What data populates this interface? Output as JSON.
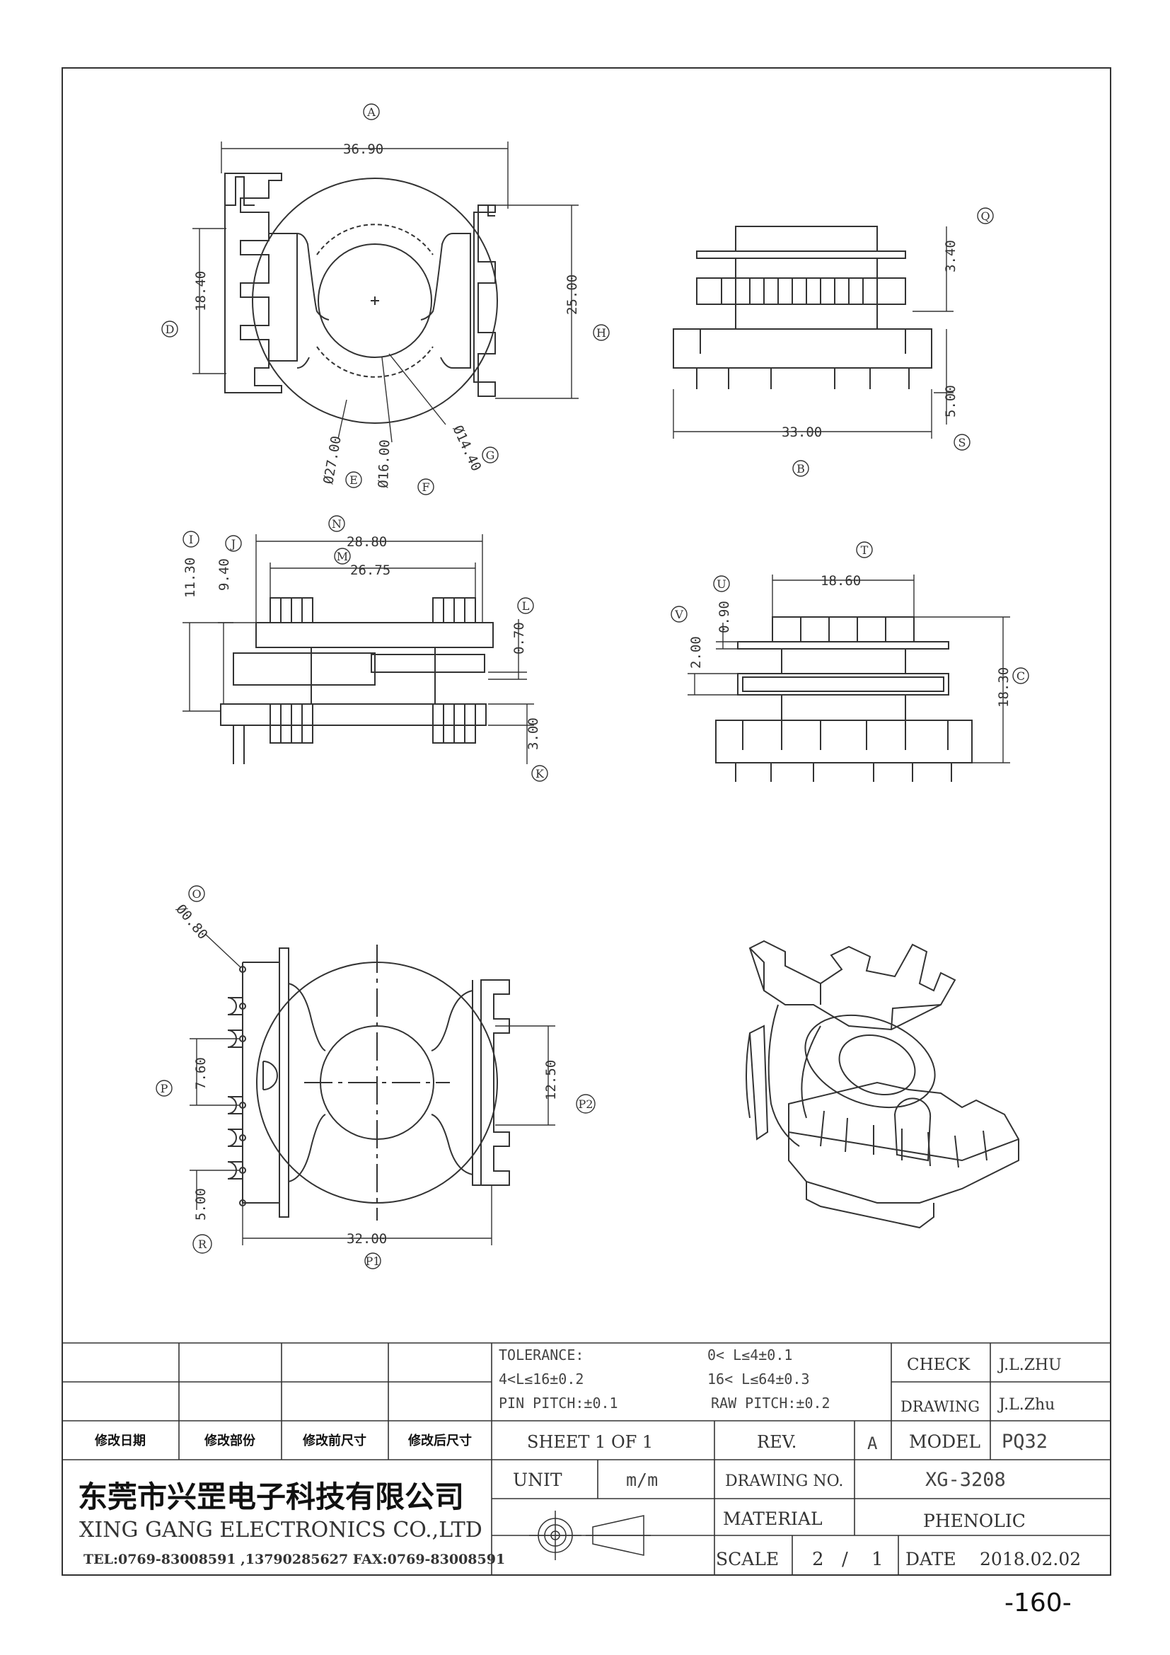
{
  "page_number": "-160-",
  "views": {
    "top": {
      "dims": {
        "A": "36.90",
        "D": "18.40",
        "H": "25.00",
        "E": "Ø27.00",
        "F": "Ø16.00",
        "G": "Ø14.40"
      },
      "labels": [
        "A",
        "D",
        "H",
        "E",
        "F",
        "G"
      ]
    },
    "front": {
      "dims": {
        "B": "33.00",
        "Q": "3.40",
        "S": "5.00"
      },
      "labels": [
        "B",
        "Q",
        "S"
      ]
    },
    "side": {
      "dims": {
        "N": "28.80",
        "M": "26.75",
        "I": "11.30",
        "J": "9.40",
        "L": "0.70",
        "K": "3.00"
      },
      "labels": [
        "I",
        "J",
        "N",
        "M",
        "L",
        "K"
      ]
    },
    "right": {
      "dims": {
        "T": "18.60",
        "U": "0.90",
        "V": "2.00",
        "C": "18.30"
      },
      "labels": [
        "T",
        "U",
        "V",
        "C"
      ]
    },
    "bottom": {
      "dims": {
        "O": "Ø0.80",
        "P": "7.60",
        "P2": "12.50",
        "P1": "5.00",
        "R": "32.00"
      },
      "labels": [
        "O",
        "P",
        "P2",
        "P1",
        "R"
      ]
    }
  },
  "title_block": {
    "revision_headers": [
      "修改日期",
      "修改部份",
      "修改前尺寸",
      "修改后尺寸"
    ],
    "tolerance_title": "TOLERANCE:",
    "tolerance_1": "0< L≤4±0.1",
    "tolerance_2": "4<L≤16±0.2",
    "tolerance_3": "16< L≤64±0.3",
    "pin_pitch": "PIN PITCH:±0.1",
    "raw_pitch": "RAW PITCH:±0.2",
    "check_label": "CHECK",
    "check_value": "J.L.ZHU",
    "drawing_label": "DRAWING",
    "drawing_value": "J.L.Zhu",
    "sheet": "SHEET 1 OF 1",
    "rev_label": "REV.",
    "rev_value": "A",
    "model_label": "MODEL",
    "model_value": "PQ32",
    "company_cn": "东莞市兴罡电子科技有限公司",
    "company_en": "XING GANG ELECTRONICS CO.,LTD",
    "contact": "TEL:0769-83008591 ,13790285627 FAX:0769-83008591",
    "unit_label": "UNIT",
    "unit_value": "m/m",
    "drawing_no_label": "DRAWING NO.",
    "drawing_no_value": "XG-3208",
    "material_label": "MATERIAL",
    "material_value": "PHENOLIC",
    "scale_label": "SCALE",
    "scale_num": "2",
    "scale_sep": "/",
    "scale_den": "1",
    "date_label": "DATE",
    "date_value": "2018.02.02"
  }
}
